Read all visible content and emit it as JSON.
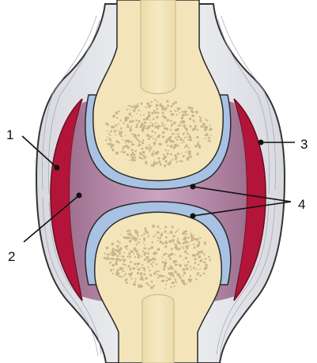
{
  "diagram": {
    "labels": {
      "l1": "1",
      "l2": "2",
      "l3": "3",
      "l4": "4"
    },
    "colors": {
      "bone": "#f3e5b9",
      "bone_outline": "#2a2a2a",
      "spongy_dots": "#c9b48a",
      "cartilage": "#a8c2e4",
      "synovial_fluid": "#b58aa8",
      "synovial_membrane": "#b3153a",
      "capsule": "#e4e6eb",
      "capsule_outline": "#333333"
    },
    "icons": {
      "spongy_texture": "spongy-bone-texture"
    }
  }
}
